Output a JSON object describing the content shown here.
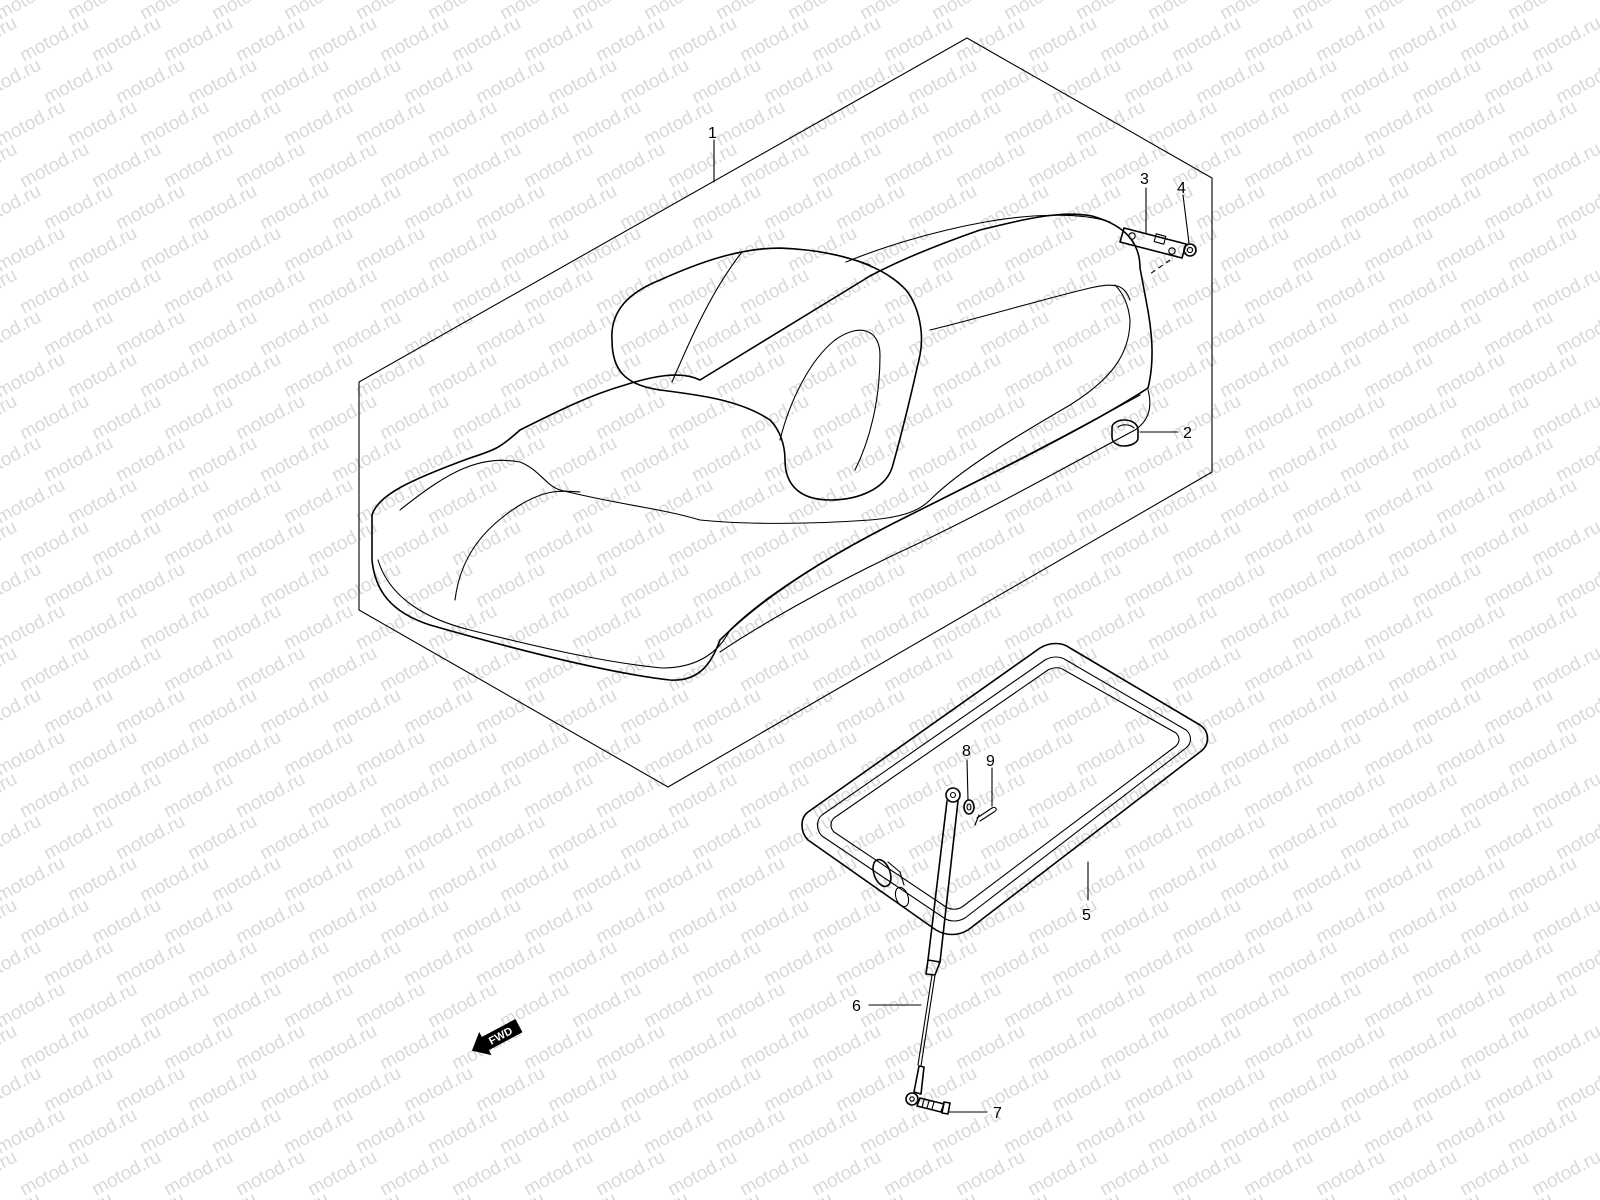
{
  "watermark": {
    "text": "motod.ru"
  },
  "diagram": {
    "callouts": [
      {
        "id": "1",
        "label": "1"
      },
      {
        "id": "2",
        "label": "2"
      },
      {
        "id": "3",
        "label": "3"
      },
      {
        "id": "4",
        "label": "4"
      },
      {
        "id": "5",
        "label": "5"
      },
      {
        "id": "6",
        "label": "6"
      },
      {
        "id": "7",
        "label": "7"
      },
      {
        "id": "8",
        "label": "8"
      },
      {
        "id": "9",
        "label": "9"
      }
    ],
    "fwd_label": "FWD"
  }
}
